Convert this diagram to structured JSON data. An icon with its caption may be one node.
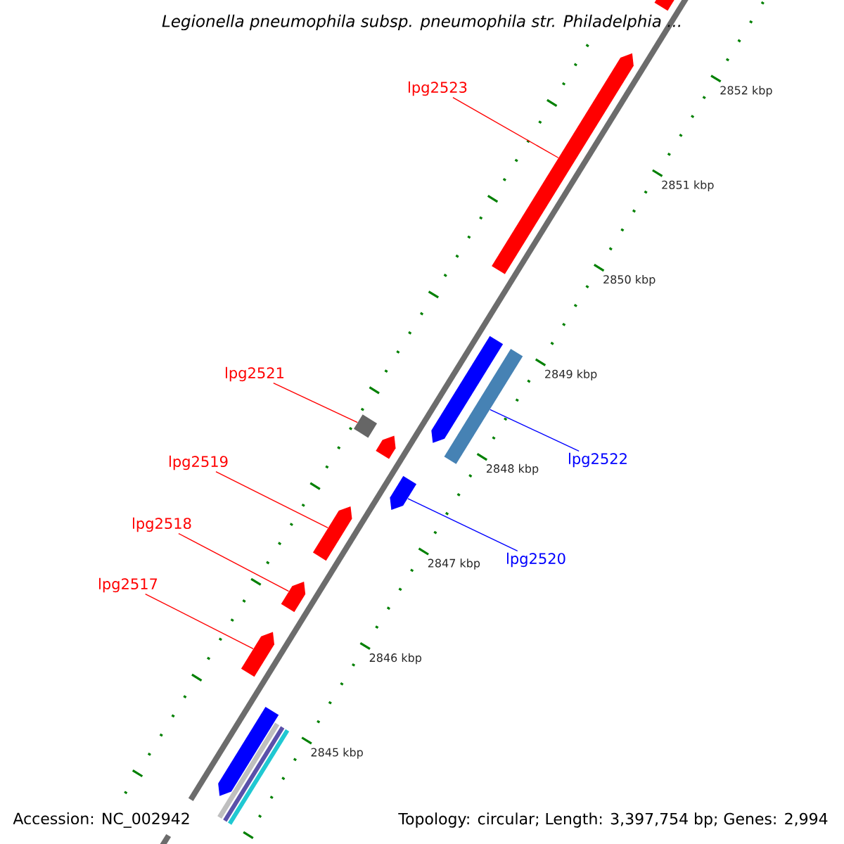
{
  "diagram": {
    "title": "Legionella pneumophila subsp. pneumophila str. Philadelphia ...",
    "nodes": [
      {
        "text": [],
        "shape": "bar"
      },
      {
        "text": [
          "lpg2523"
        ]
      },
      {
        "text": [],
        "shape": "bar"
      },
      {
        "text": [],
        "shape": "bar"
      },
      {
        "text": [],
        "shape": "bar"
      },
      {
        "text": [
          "lpg2521"
        ]
      },
      {
        "text": [],
        "shape": "box"
      },
      {
        "text": [],
        "shape": "bar"
      },
      {
        "text": [
          "lpg2522"
        ]
      },
      {
        "text": [],
        "shape": "bar"
      },
      {
        "text": [
          "lpg2519"
        ]
      },
      {
        "text": [],
        "shape": "bar"
      },
      {
        "text": [
          "lpg2520"
        ]
      },
      {
        "text": [
          "lpg2518"
        ]
      },
      {
        "text": [],
        "shape": "bar"
      },
      {
        "text": [
          "lpg2517"
        ]
      },
      {
        "text": [],
        "shape": "bar"
      },
      {
        "text": [],
        "shape": "bar"
      }
    ],
    "edges": [
      {
        "from": 1,
        "to": 2,
        "arrow": "none"
      },
      {
        "from": 5,
        "to": 6,
        "arrow": "none"
      },
      {
        "from": 8,
        "to": 4,
        "arrow": "none",
        "color": "#0000ff"
      },
      {
        "from": 10,
        "to": 11,
        "arrow": "none"
      },
      {
        "from": 12,
        "to": 9,
        "arrow": "none",
        "color": "#0000ff"
      },
      {
        "from": 13,
        "to": 14,
        "arrow": "none"
      },
      {
        "from": 15,
        "to": 16,
        "arrow": "none"
      }
    ],
    "labels": [
      "2852 kbp",
      "2851 kbp",
      "2850 kbp",
      "2849 kbp",
      "2848 kbp",
      "2847 kbp",
      "2846 kbp",
      "2845 kbp",
      "Accession: NC_002942",
      "Topology: circular; Length: 3,397,754 bp; Genes: 2,994"
    ]
  }
}
